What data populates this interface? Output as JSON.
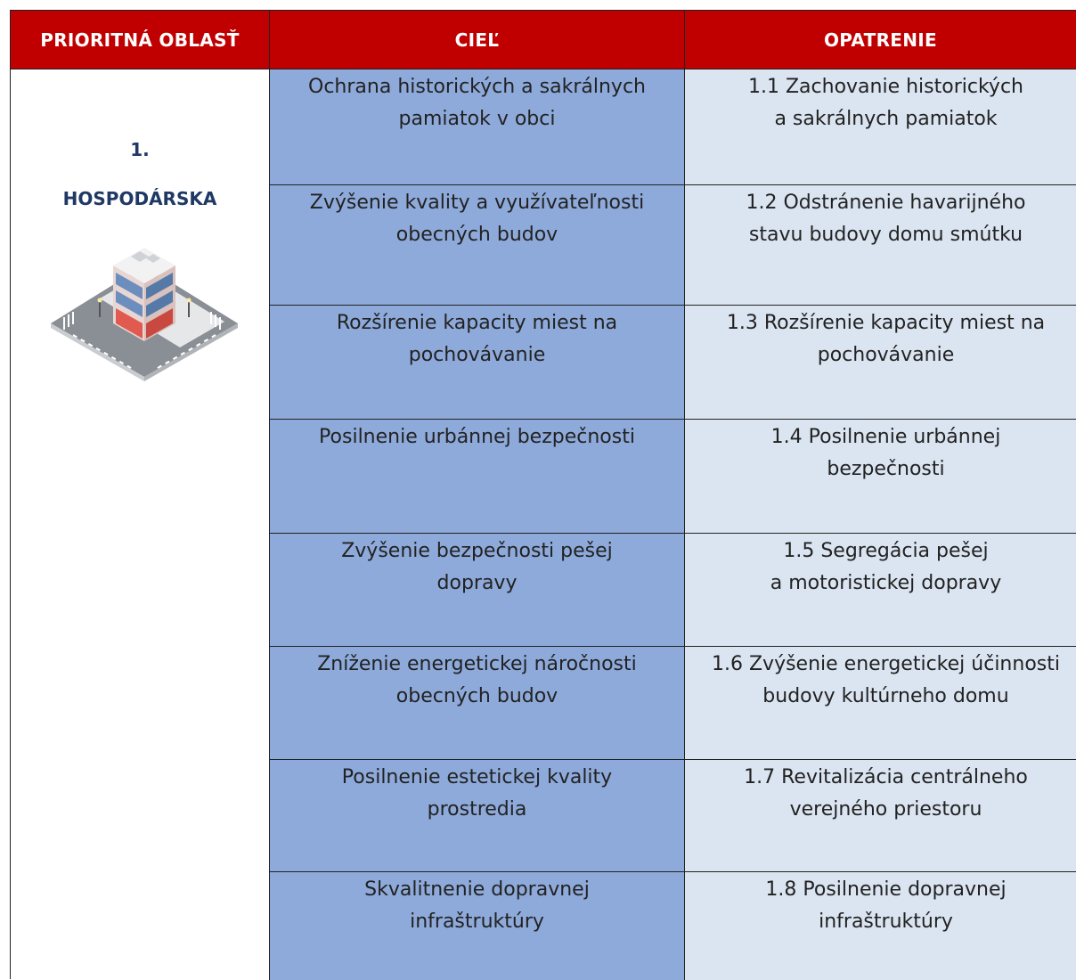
{
  "headers": {
    "area": "PRIORITNÁ OBLASŤ",
    "goal": "CIEĽ",
    "measure": "OPATRENIE"
  },
  "area": {
    "number": "1.",
    "name": "HOSPODÁRSKA",
    "illustration": "building-isometric-illustration"
  },
  "rows": [
    {
      "goal": "Ochrana historických a sakrálnych\npamiatok v obci",
      "measure": "1.1 Zachovanie historických\na sakrálnych pamiatok"
    },
    {
      "goal": "Zvýšenie kvality a využívateľnosti\nobecných budov",
      "measure": "1.2 Odstránenie havarijného\nstavu budovy domu smútku"
    },
    {
      "goal": "Rozšírenie kapacity miest na\npochovávanie",
      "measure": "1.3 Rozšírenie kapacity miest na\npochovávanie"
    },
    {
      "goal": "Posilnenie urbánnej bezpečnosti",
      "measure": "1.4 Posilnenie urbánnej\nbezpečnosti"
    },
    {
      "goal": "Zvýšenie bezpečnosti pešej\ndopravy",
      "measure": "1.5 Segregácia pešej\na motoristickej dopravy"
    },
    {
      "goal": "Zníženie energetickej náročnosti\nobecných budov",
      "measure": "1.6 Zvýšenie energetickej účinnosti\nbudovy kultúrneho domu"
    },
    {
      "goal": "Posilnenie estetickej kvality\nprostredia",
      "measure": "1.7 Revitalizácia centrálneho\nverejného priestoru"
    },
    {
      "goal": "Skvalitnenie dopravnej\ninfraštruktúry",
      "measure": "1.8 Posilnenie dopravnej\ninfraštruktúry"
    }
  ],
  "colors": {
    "header_bg": "#c00000",
    "goal_bg": "#8eaadb",
    "measure_bg": "#dbe5f1",
    "area_text": "#1f3864"
  }
}
